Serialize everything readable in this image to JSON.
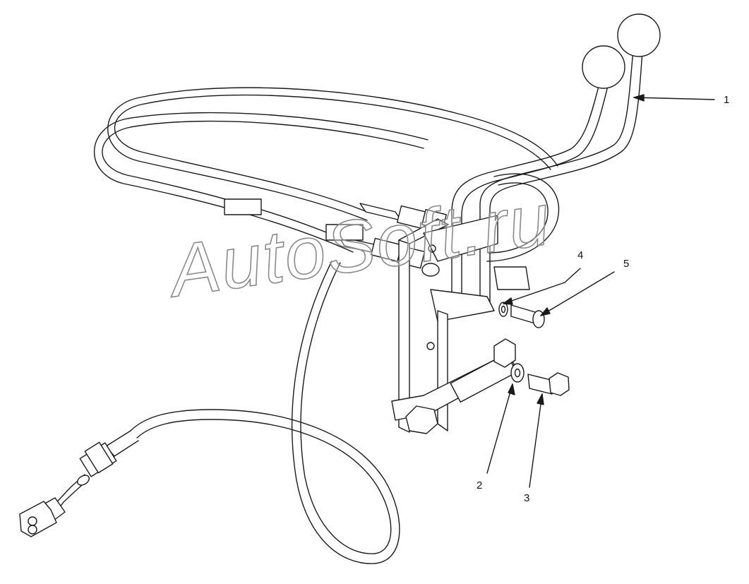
{
  "diagram": {
    "watermark": "AutoSoft.ru",
    "callouts": [
      {
        "id": "1",
        "label": "1"
      },
      {
        "id": "2",
        "label": "2"
      },
      {
        "id": "3",
        "label": "3"
      },
      {
        "id": "4",
        "label": "4"
      },
      {
        "id": "5",
        "label": "5"
      }
    ]
  }
}
